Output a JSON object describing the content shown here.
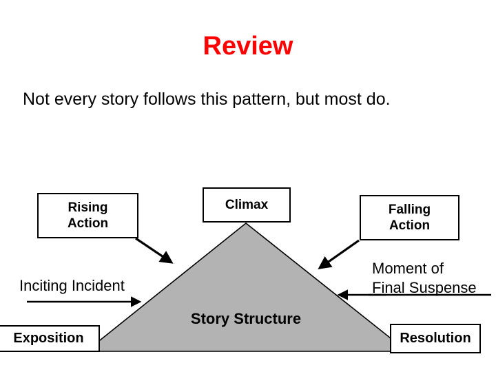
{
  "slide": {
    "title": "Review",
    "body_text": "Not every story follows this pattern, but most do.",
    "title_color": "#ff0000",
    "background_color": "#ffffff"
  },
  "diagram": {
    "center_label": "Story Structure",
    "triangle_fill": "#b3b3b3",
    "triangle_stroke": "#000000",
    "boxes": [
      {
        "key": "rising_action",
        "label": "Rising\nAction",
        "line1": "Rising",
        "line2": "Action"
      },
      {
        "key": "climax",
        "label": "Climax",
        "line1": "Climax",
        "line2": ""
      },
      {
        "key": "falling_action",
        "label": "Falling\nAction",
        "line1": "Falling",
        "line2": "Action"
      },
      {
        "key": "exposition",
        "label": "Exposition",
        "line1": "Exposition",
        "line2": ""
      },
      {
        "key": "resolution",
        "label": "Resolution",
        "line1": "Resolution",
        "line2": ""
      }
    ],
    "labels": {
      "rising_action_line1": "Rising",
      "rising_action_line2": "Action",
      "climax": "Climax",
      "falling_action_line1": "Falling",
      "falling_action_line2": "Action",
      "exposition": "Exposition",
      "resolution": "Resolution",
      "inciting_incident": "Inciting Incident",
      "final_suspense_line1": "Moment of",
      "final_suspense_line2": "Final Suspense"
    }
  }
}
